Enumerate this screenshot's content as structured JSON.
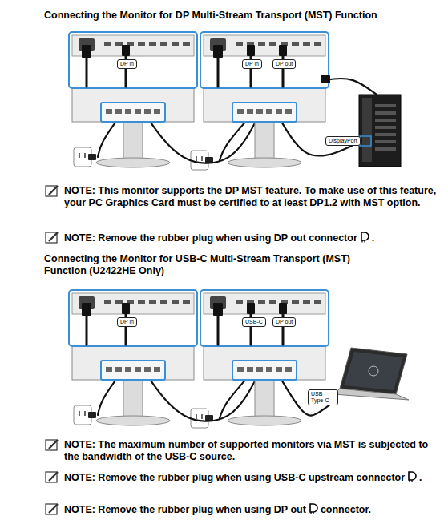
{
  "diagram": {
    "nodes": [
      {
        "text": [
          "DP in"
        ]
      },
      {
        "text": [
          "DP in"
        ]
      },
      {
        "text": [
          "DP out"
        ]
      },
      {
        "text": [
          "DisplayPort"
        ]
      },
      {
        "text": [
          "DP in"
        ]
      },
      {
        "text": [
          "USB-C"
        ]
      },
      {
        "text": [
          "DP out"
        ]
      },
      {
        "text": [
          "USB Type-C"
        ]
      }
    ],
    "labels": [
      "Connecting the Monitor for DP Multi-Stream Transport (MST) Function",
      "NOTE: This monitor supports the DP MST feature. To make use of this feature, your PC Graphics Card must be certified to at least DP1.2 with MST option.",
      "NOTE: Remove the rubber plug when using DP out connector",
      ".",
      "Connecting the Monitor for USB-C Multi-Stream Transport (MST) Function (U2422HE Only)",
      "NOTE: The maximum number of supported monitors via MST is subjected to the bandwidth of the USB-C source.",
      "NOTE: Remove the rubber plug when using USB-C upstream connector",
      ".",
      "NOTE: Remove the rubber plug when using DP out",
      "connector."
    ]
  }
}
